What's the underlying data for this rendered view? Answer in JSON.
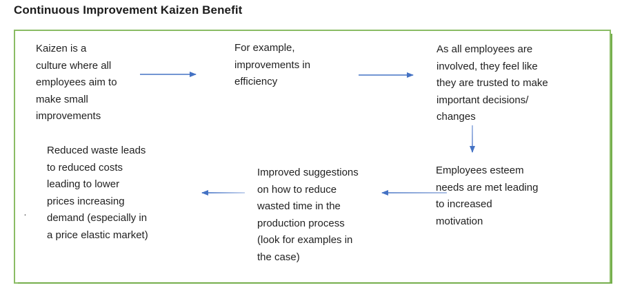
{
  "title": "Continuous Improvement Kaizen Benefit",
  "colors": {
    "arrow_blue": "#4472C4",
    "arrow_light_blue": "#B4C7E7",
    "frame_border_green": "#8ABC64",
    "frame_shadow_green": "#74AE4B",
    "text": "#1F1F1F"
  },
  "diagram": {
    "nodes": [
      {
        "id": "kaizen-culture",
        "text": "Kaizen is a\nculture where all\nemployees aim to\nmake small\nimprovements"
      },
      {
        "id": "example-efficiency",
        "text": "For example,\nimprovements in\nefficiency"
      },
      {
        "id": "employees-trusted",
        "text": "As all employees are\ninvolved, they feel like\nthey are trusted to make\nimportant decisions/\nchanges"
      },
      {
        "id": "esteem-motivation",
        "text": "Employees esteem\nneeds are met leading\nto increased\nmotivation"
      },
      {
        "id": "improved-suggestions",
        "text": "Improved suggestions\non how to reduce\nwasted time in the\nproduction process\n(look for examples in\nthe case)"
      },
      {
        "id": "reduced-waste",
        "text": "Reduced waste leads\nto reduced costs\nleading to lower\nprices increasing\ndemand (especially in\na price elastic market)"
      }
    ],
    "stray_bullet": "·",
    "arrows": [
      {
        "name": "arrow-kaizen-to-example",
        "from": "kaizen-culture",
        "to": "example-efficiency",
        "direction": "right"
      },
      {
        "name": "arrow-example-to-involved",
        "from": "example-efficiency",
        "to": "employees-trusted",
        "direction": "right"
      },
      {
        "name": "arrow-involved-to-esteem",
        "from": "employees-trusted",
        "to": "esteem-motivation",
        "direction": "down"
      },
      {
        "name": "arrow-esteem-to-suggestions",
        "from": "esteem-motivation",
        "to": "improved-suggestions",
        "direction": "left"
      },
      {
        "name": "arrow-suggestions-to-reduced",
        "from": "improved-suggestions",
        "to": "reduced-waste",
        "direction": "left"
      }
    ]
  }
}
